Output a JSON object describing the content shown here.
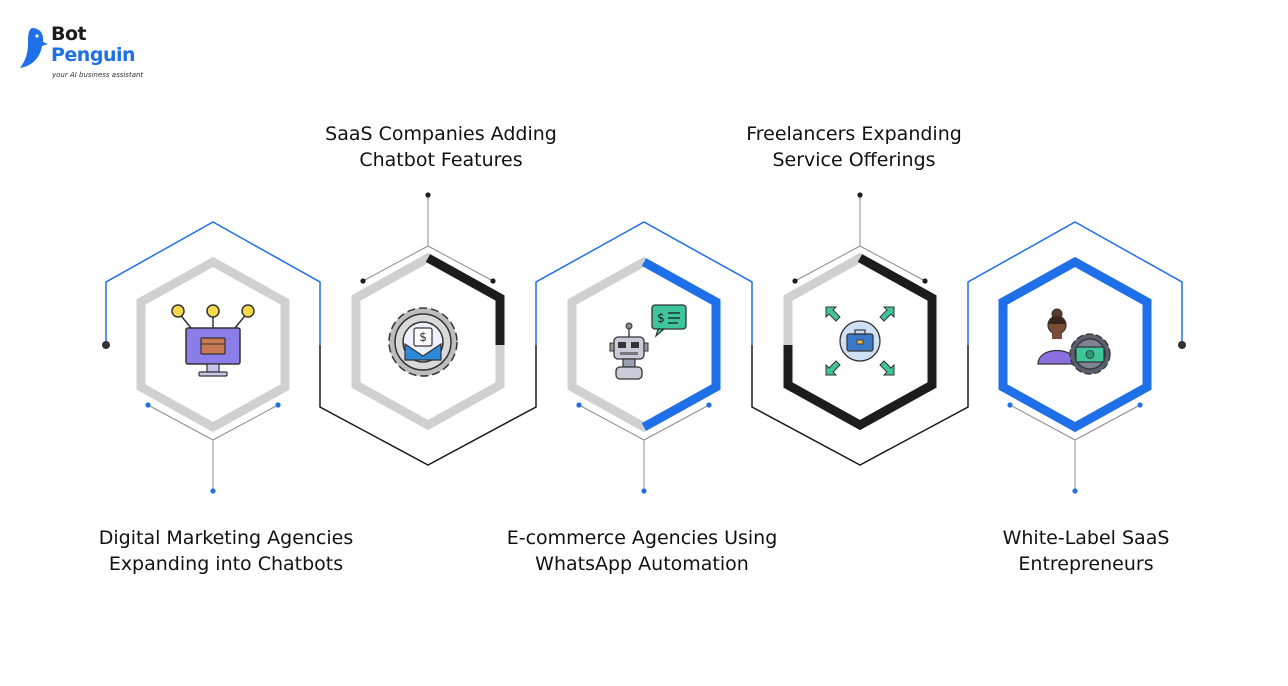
{
  "brand": {
    "name_line1": "Bot",
    "name_line2": "Penguin",
    "tagline": "your AI business assistant",
    "logo_icon": "penguin-icon",
    "color": "#1f6fe8"
  },
  "colors": {
    "accent": "#1f6fe8",
    "dark": "#1c1c1c",
    "light_gray": "#d0d0d0",
    "connector": "#8c8c8c"
  },
  "items": [
    {
      "icon": "computer-briefcase-icon",
      "lines": [
        "Digital Marketing Agencies",
        "Expanding into Chatbots"
      ]
    },
    {
      "icon": "gear-money-envelope-icon",
      "lines": [
        "SaaS Companies Adding",
        "Chatbot Features"
      ]
    },
    {
      "icon": "robot-money-chat-icon",
      "lines": [
        "E-commerce Agencies Using",
        "WhatsApp Automation"
      ]
    },
    {
      "icon": "briefcase-expand-arrows-icon",
      "lines": [
        "Freelancers Expanding",
        "Service Offerings"
      ]
    },
    {
      "icon": "person-gear-cash-icon",
      "lines": [
        "White-Label SaaS",
        "Entrepreneurs"
      ]
    }
  ]
}
